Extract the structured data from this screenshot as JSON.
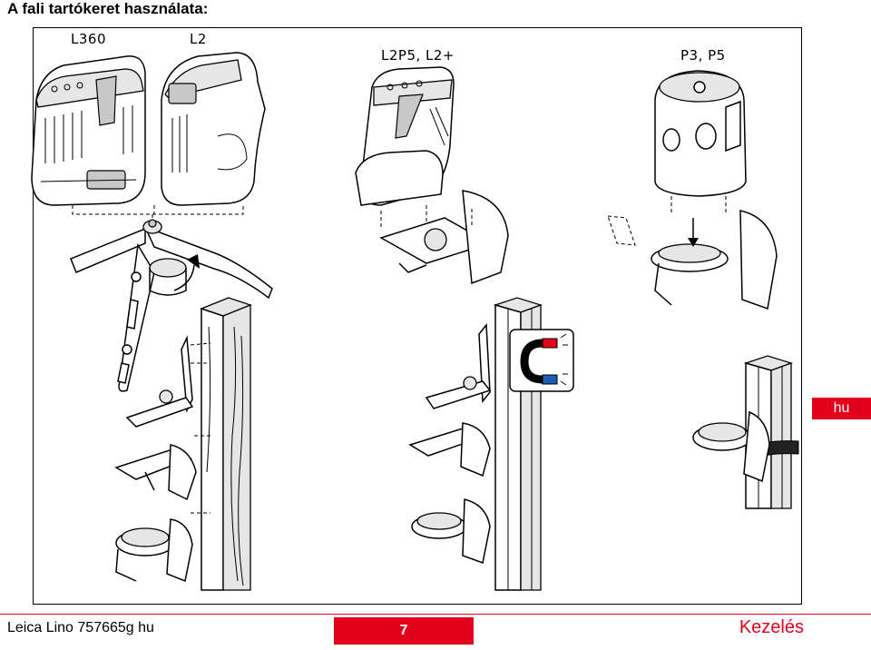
{
  "page": {
    "title": "A fali tartókeret használata:",
    "language_tab": "hu",
    "footer_left": "Leica Lino 757665g hu",
    "page_number": "7",
    "section": "Kezelés"
  },
  "illustration": {
    "model_labels": [
      "L360",
      "L2",
      "L2P5, L2+",
      "P3, P5"
    ],
    "icons": [
      "wall-mount-bracket-icon",
      "magnet-icon",
      "wooden-post-icon",
      "metal-profile-icon",
      "strap-icon",
      "rotation-arrow-icon"
    ]
  },
  "colors": {
    "accent": "#e3001b",
    "magnet_north": "#e3001b",
    "magnet_south": "#1a5fb4"
  }
}
